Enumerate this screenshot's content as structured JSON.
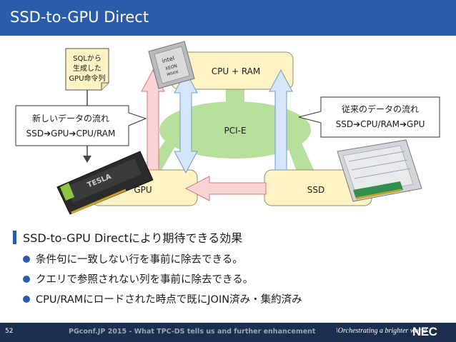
{
  "slide": {
    "title": "SSD-to-GPU Direct",
    "page_number": "52",
    "footer_text": "PGconf.JP 2015 - What TPC-DS tells us and further enhancement",
    "tagline": "\\Orchestrating a brighter world",
    "logo": "NEC"
  },
  "diagram": {
    "cpu_label": "CPU + RAM",
    "bus_label": "PCI-E",
    "gpu_label": "GPU",
    "ssd_label": "SSD",
    "cpu_chip_text": [
      "intel",
      "XEON",
      "INSIDE"
    ],
    "gpu_card_text": "TESLA",
    "note_lines": [
      "SQLから",
      "生成した",
      "GPU命令列"
    ],
    "callout_left": [
      "新しいデータの流れ",
      "SSD➔GPU➔CPU/RAM"
    ],
    "callout_right": [
      "従来のデータの流れ",
      "SSD➔CPU/RAM➔GPU"
    ]
  },
  "bullets": {
    "heading": "SSD-to-GPU Directにより期待できる効果",
    "items": [
      "条件句に一致しない行を事前に除去できる。",
      "クエリで参照されない列を事前に除去できる。",
      "CPU/RAMにロードされた時点で既にJOIN済み・集約済み"
    ]
  },
  "colors": {
    "title_bar": "#2a5caa",
    "footer_bar": "#1d2f4f",
    "box_fill": "#fdf3c5",
    "box_stroke": "#8d8d6a",
    "bus": "#b6df9c",
    "arrow_red": "#f8d4d4",
    "arrow_red_stroke": "#d57a7a",
    "arrow_blue": "#d5e6f8",
    "arrow_blue_stroke": "#6d9cc8"
  }
}
